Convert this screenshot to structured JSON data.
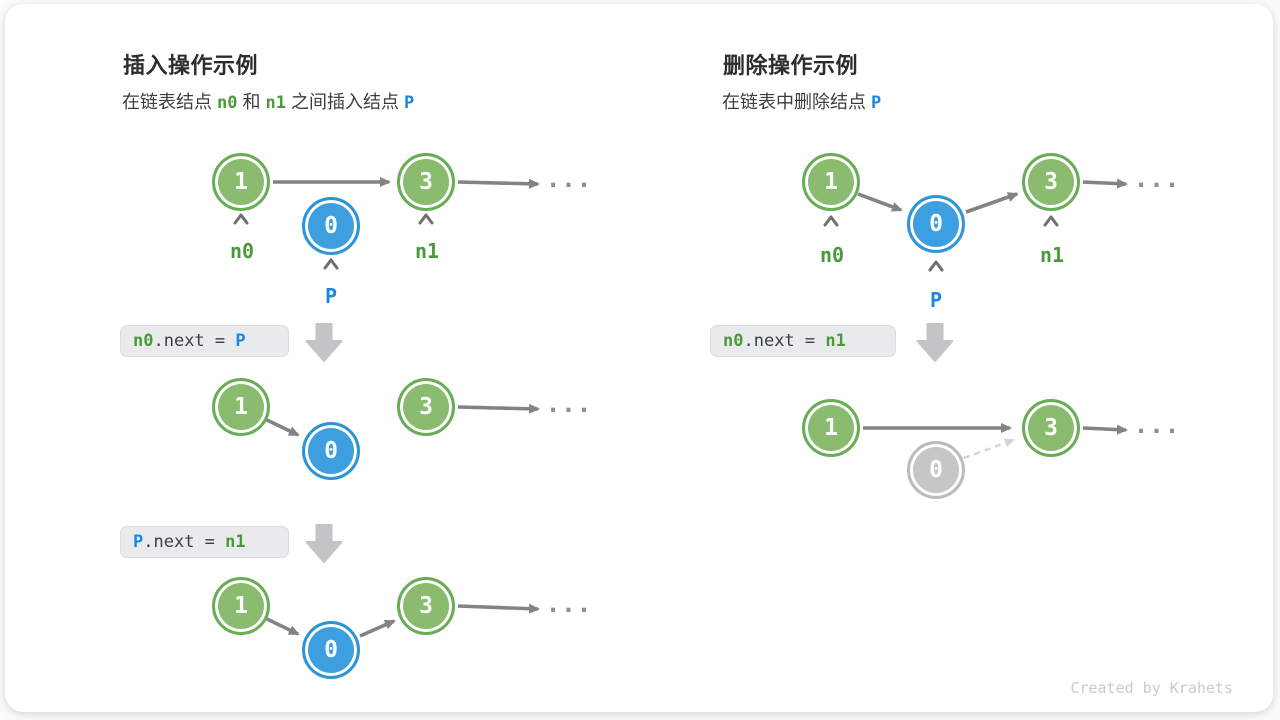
{
  "panels": {
    "insert": {
      "title": "插入操作示例",
      "subtitle": [
        {
          "t": "在链表结点 "
        },
        {
          "t": "n0"
        },
        {
          "t": " 和 "
        },
        {
          "t": "n1"
        },
        {
          "t": " 之间插入结点 "
        },
        {
          "t": "P"
        }
      ],
      "code_step1": [
        {
          "t": "n0"
        },
        {
          "t": ".next = "
        },
        {
          "t": "P"
        }
      ],
      "code_step2": [
        {
          "t": "P"
        },
        {
          "t": ".next = "
        },
        {
          "t": "n1"
        }
      ]
    },
    "delete": {
      "title": "删除操作示例",
      "subtitle": [
        {
          "t": "在链表中删除结点 "
        },
        {
          "t": "P"
        }
      ],
      "code_step1": [
        {
          "t": "n0"
        },
        {
          "t": ".next = "
        },
        {
          "t": "n1"
        }
      ]
    }
  },
  "nodes": {
    "v1": "1",
    "v0": "0",
    "v3": "3"
  },
  "labels": {
    "n0": "n0",
    "n1": "n1",
    "p": "P"
  },
  "ellipsis": "...",
  "credit": "Created by Krahets",
  "colors": {
    "node_green_fill": "#8abb6e",
    "node_green_border": "#68ad57",
    "node_blue_fill": "#3d9fe0",
    "node_blue_border": "#2f94d6",
    "node_gray_fill": "#c6c6c6",
    "text_green": "#4a9a3c",
    "text_blue": "#1a86e0",
    "arrow_gray": "#838383",
    "block_arrow_gray": "#c2c4c6",
    "code_box_bg": "#e9eaec"
  }
}
